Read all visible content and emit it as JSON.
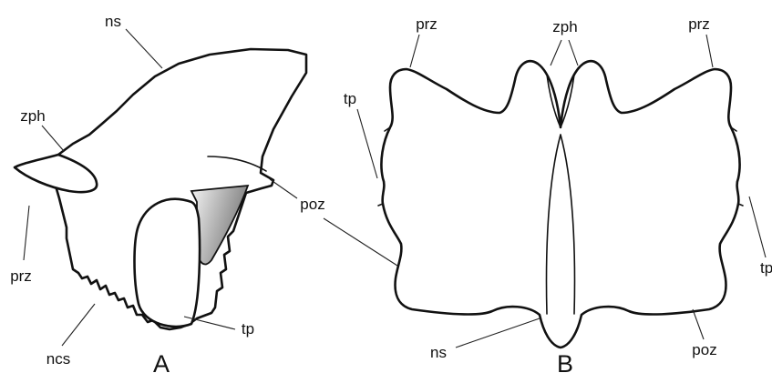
{
  "colors": {
    "line": "#111111",
    "shade_start": "#f4f4f4",
    "shade_end": "#7a7a7a"
  },
  "panel_a": {
    "panel_label": "A",
    "labels": {
      "ns": "ns",
      "zph": "zph",
      "prz": "prz",
      "ncs": "ncs",
      "poz": "poz",
      "tp": "tp"
    }
  },
  "panel_b": {
    "panel_label": "B",
    "labels": {
      "zph": "zph",
      "prz_left": "prz",
      "prz_right": "prz",
      "tp_left": "tp",
      "tp_right": "tp",
      "ns": "ns",
      "poz": "poz"
    }
  }
}
